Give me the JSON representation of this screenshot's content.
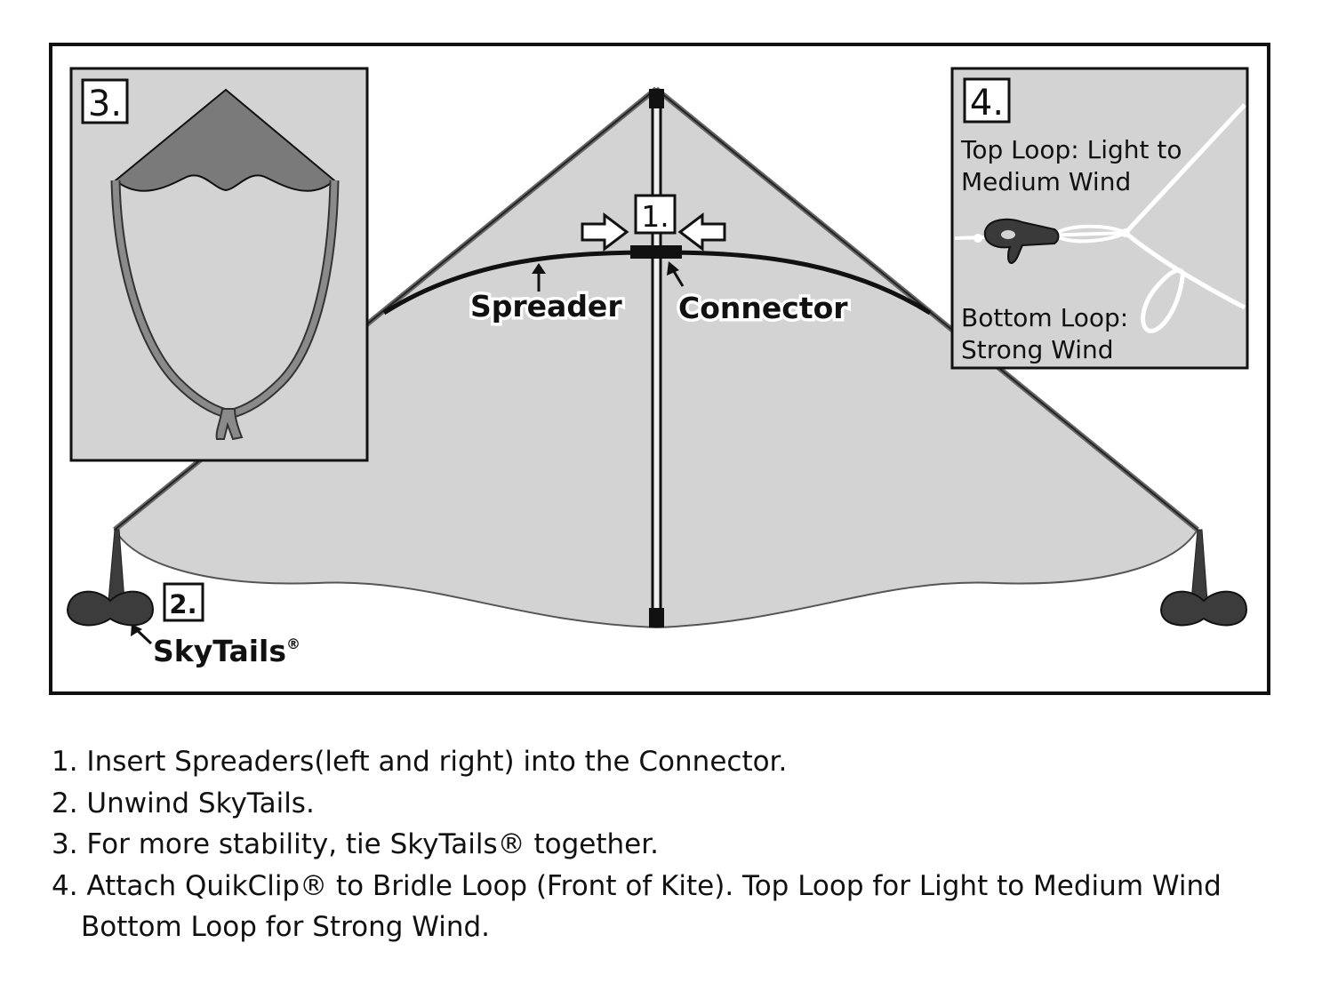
{
  "diagram": {
    "step_badges": {
      "step1": "1.",
      "step2": "2.",
      "step3": "3.",
      "step4": "4."
    },
    "labels": {
      "spreader": "Spreader",
      "connector": "Connector",
      "skytails": "SkyTails",
      "registered_mark": "®"
    },
    "panel4": {
      "top_loop_line1": "Top Loop: Light to",
      "top_loop_line2": "Medium Wind",
      "bottom_loop_line1": "Bottom Loop:",
      "bottom_loop_line2": "Strong Wind"
    },
    "colors": {
      "sail": "#d3d3d3",
      "frame": "#111111",
      "tail": "#3c3c3c",
      "panel_kite_top": "#7a7a7a",
      "panel_tail": "#8a8a8a",
      "panel_bg": "#d3d3d3"
    }
  },
  "instructions": {
    "item1": "1. Insert Spreaders(left and right) into the Connector.",
    "item2": "2. Unwind SkyTails.",
    "item3": "3. For more stability, tie SkyTails® together.",
    "item4_line1": "4. Attach QuikClip® to Bridle Loop (Front of Kite). Top Loop for Light to Medium Wind",
    "item4_line2": "Bottom Loop for Strong Wind."
  }
}
